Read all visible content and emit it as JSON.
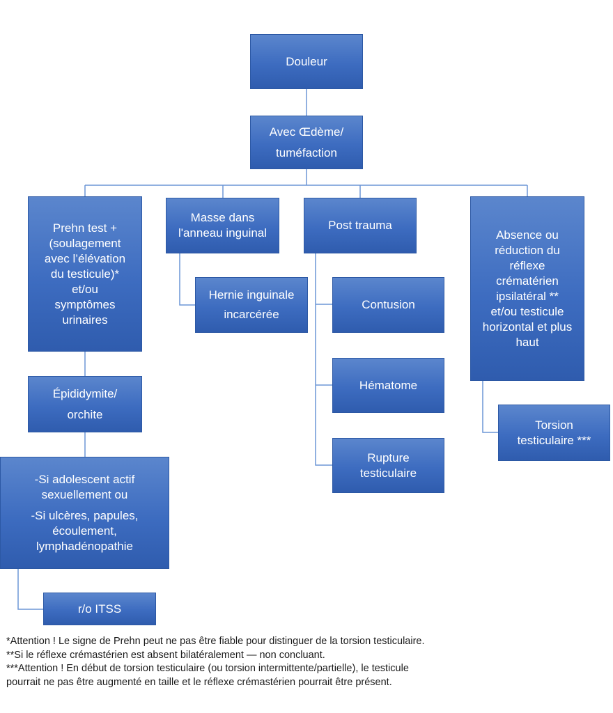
{
  "nodes": {
    "douleur": [
      "Douleur"
    ],
    "oedeme": [
      "Avec  Œdème/",
      "tuméfaction"
    ],
    "prehn": [
      "Prehn test +",
      "(soulagement",
      "avec l’élévation",
      "du testicule)*",
      "et/ou",
      "symptômes",
      "urinaires"
    ],
    "masse": [
      "Masse dans",
      "l'anneau inguinal"
    ],
    "hernie": [
      "Hernie inguinale",
      "incarcérée"
    ],
    "post_trauma": [
      "Post trauma"
    ],
    "contusion": [
      "Contusion"
    ],
    "hematome": [
      "Hématome"
    ],
    "rupture": [
      "Rupture",
      "testiculaire"
    ],
    "absence": [
      "Absence ou",
      "réduction du",
      "réflexe",
      "crématérien",
      "ipsilatéral **",
      "et/ou testicule",
      "horizontal et plus",
      "haut"
    ],
    "torsion": [
      "Torsion",
      "testiculaire ***"
    ],
    "epididymite": [
      "Épididymite/",
      "orchite"
    ],
    "adolescent": [
      "-Si adolescent actif",
      "sexuellement ou",
      "-Si ulcères, papules,",
      "écoulement,",
      "lymphadénopathie"
    ],
    "itss": [
      "r/o ITSS"
    ]
  },
  "notes": [
    "*Attention ! Le signe de Prehn peut ne pas être fiable pour distinguer de la torsion testiculaire.",
    "**Si le réflexe crémastérien est absent bilatéralement — non concluant.",
    "***Attention ! En début de torsion testiculaire (ou torsion intermittente/partielle), le testicule",
    "pourrait ne pas être augmenté en taille et le réflexe crémastérien pourrait être présent."
  ],
  "colors": {
    "box": "#4472c4",
    "connector": "#5b8bd0"
  }
}
